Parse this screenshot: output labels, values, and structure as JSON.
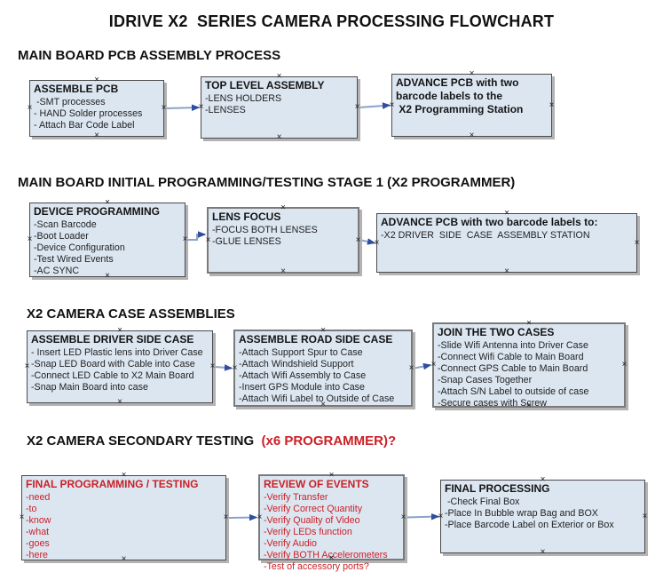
{
  "title": "IDRIVE X2  SERIES CAMERA PROCESSING FLOWCHART",
  "icons": {
    "connection_handle": "×"
  },
  "colors": {
    "box_fill": "#dce6f1",
    "box_border": "#4a4a4a",
    "box_shadow": "#b3b3b3",
    "arrow_line": "#8ca2c8",
    "arrow_head": "#2f4f9d",
    "red_text": "#cb2026",
    "black_text": "#111111"
  },
  "sections": [
    {
      "heading": "MAIN BOARD PCB ASSEMBLY PROCESS",
      "boxes": [
        {
          "id": "assemble-pcb",
          "header": "ASSEMBLE PCB",
          "items": [
            " -SMT processes",
            "- HAND Solder processes",
            "- Attach Bar Code Label"
          ]
        },
        {
          "id": "top-level-assembly",
          "header": "TOP LEVEL ASSEMBLY",
          "items": [
            "-LENS HOLDERS",
            "-LENSES"
          ]
        },
        {
          "id": "advance-pcb-to-programming-station",
          "header": "ADVANCE PCB with two\nbarcode labels to the\n X2 Programming Station",
          "items": []
        }
      ]
    },
    {
      "heading": "MAIN BOARD INITIAL PROGRAMMING/TESTING STAGE 1 (X2 PROGRAMMER)",
      "boxes": [
        {
          "id": "device-programming",
          "header": "DEVICE PROGRAMMING",
          "items": [
            "-Scan Barcode",
            "-Boot Loader",
            "-Device Configuration",
            "-Test Wired Events",
            "-AC SYNC"
          ]
        },
        {
          "id": "lens-focus",
          "header": "LENS FOCUS",
          "items": [
            "-FOCUS BOTH LENSES",
            "-GLUE LENSES"
          ]
        },
        {
          "id": "advance-pcb-to-assembly-station",
          "header": "ADVANCE PCB with two barcode labels to:",
          "items": [
            "-X2 DRIVER  SIDE  CASE  ASSEMBLY STATION"
          ]
        }
      ]
    },
    {
      "heading": "X2 CAMERA CASE ASSEMBLIES",
      "boxes": [
        {
          "id": "assemble-driver-side-case",
          "header": "ASSEMBLE DRIVER SIDE CASE",
          "items": [
            "- Insert LED Plastic lens into Driver Case",
            "-Snap LED Board with Cable into Case",
            "-Connect LED Cable to X2 Main Board",
            "-Snap Main Board into case"
          ]
        },
        {
          "id": "assemble-road-side-case",
          "header": "ASSEMBLE ROAD SIDE CASE",
          "items": [
            "-Attach Support Spur to Case",
            "-Attach Windshield Support",
            "-Attach Wifi Assembly to Case",
            "-Insert GPS Module into Case",
            "-Attach Wifi Label to Outside of Case"
          ]
        },
        {
          "id": "join-the-two-cases",
          "header": "JOIN THE TWO CASES",
          "items": [
            "-Slide Wifi Antenna into Driver Case",
            "-Connect Wifi Cable to Main Board",
            "-Connect GPS Cable to Main Board",
            "-Snap Cases Together",
            "-Attach S/N Label to outside of case",
            "-Secure cases with Screw"
          ]
        }
      ]
    },
    {
      "heading": "X2 CAMERA SECONDARY TESTING ",
      "heading_red": " (x6 PROGRAMMER)?",
      "boxes": [
        {
          "id": "final-programming-testing",
          "header": "FINAL PROGRAMMING / TESTING",
          "text_color": "red",
          "items": [
            "-need",
            "-to",
            "-know",
            "-what",
            "-goes",
            "-here"
          ]
        },
        {
          "id": "review-of-events",
          "header": "REVIEW OF EVENTS",
          "text_color": "red",
          "items": [
            "-Verify Transfer",
            "-Verify Correct Quantity",
            "-Verify Quality of Video",
            "-Verify LEDs function",
            "-Verify Audio",
            "-Verify BOTH Accelerometers",
            "-Test of accessory ports?"
          ]
        },
        {
          "id": "final-processing",
          "header": "FINAL PROCESSING",
          "items": [
            " -Check Final Box",
            "-Place In Bubble wrap Bag and BOX",
            "-Place Barcode Label on Exterior or Box"
          ]
        }
      ]
    }
  ],
  "connectors": [
    {
      "from": "assemble-pcb",
      "to": "top-level-assembly"
    },
    {
      "from": "top-level-assembly",
      "to": "advance-pcb-to-programming-station"
    },
    {
      "from": "device-programming",
      "to": "lens-focus"
    },
    {
      "from": "lens-focus",
      "to": "advance-pcb-to-assembly-station"
    },
    {
      "from": "assemble-driver-side-case",
      "to": "assemble-road-side-case"
    },
    {
      "from": "assemble-road-side-case",
      "to": "join-the-two-cases"
    },
    {
      "from": "final-programming-testing",
      "to": "review-of-events"
    },
    {
      "from": "review-of-events",
      "to": "final-processing"
    }
  ]
}
